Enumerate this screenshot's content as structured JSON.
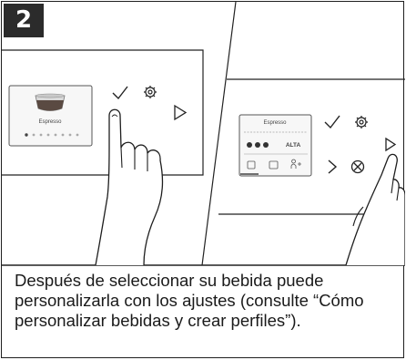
{
  "step": {
    "number": "2"
  },
  "left_screen": {
    "drink_label": "Espresso",
    "icons": [
      "check-icon",
      "gear-icon",
      "play-icon"
    ]
  },
  "right_screen": {
    "drink_label": "Espresso",
    "strength_label": "ALTA",
    "icons": [
      "check-icon",
      "gear-icon",
      "play-icon",
      "next-icon",
      "cancel-icon"
    ]
  },
  "caption": {
    "text": "Después de seleccionar su bebida puede personalizarla con los ajustes (consulte “Cómo personalizar bebidas y crear perfiles”)."
  }
}
